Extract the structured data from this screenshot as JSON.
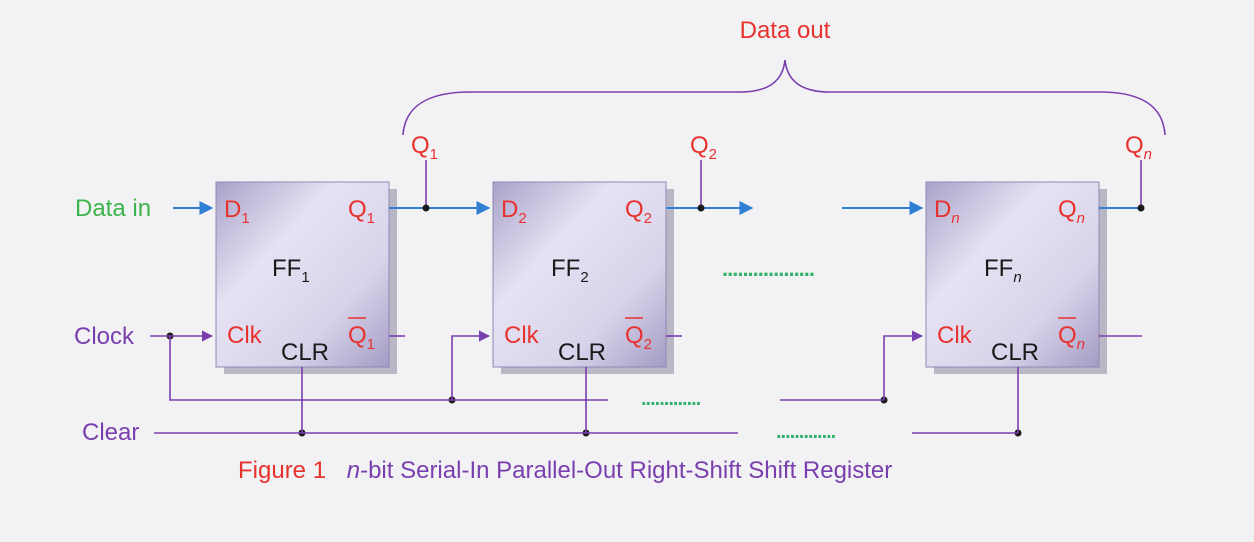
{
  "colors": {
    "background": "#f2f2f4",
    "red_label": "#e8322e",
    "green_label": "#3cb44b",
    "purple_line": "#7a3fae",
    "blue_arrow": "#2f7fd3",
    "dark_text": "#1a1a1a",
    "dots": "#33b36a"
  },
  "labels": {
    "data_out": "Data out",
    "data_in": "Data in",
    "clock": "Clock",
    "clear": "Clear",
    "figure_number": "Figure 1",
    "caption_n": "n",
    "caption_rest": "-bit Serial-In Parallel-Out Right-Shift Shift Register",
    "dots_mid": "..................",
    "dots_clock": ".............",
    "dots_clear": ".............",
    "q_letter": "Q",
    "d_letter": "D",
    "ff_letters": "FF",
    "clk": "Clk",
    "clr": "CLR"
  },
  "flip_flops": [
    {
      "index": "1",
      "d": "D",
      "q": "Q",
      "qbar": "Q",
      "ff": "FF",
      "clk": "Clk",
      "clr": "CLR",
      "output_label": "Q"
    },
    {
      "index": "2",
      "d": "D",
      "q": "Q",
      "qbar": "Q",
      "ff": "FF",
      "clk": "Clk",
      "clr": "CLR",
      "output_label": "Q"
    },
    {
      "index": "n",
      "d": "D",
      "q": "Q",
      "qbar": "Q",
      "ff": "FF",
      "clk": "Clk",
      "clr": "CLR",
      "output_label": "Q"
    }
  ]
}
